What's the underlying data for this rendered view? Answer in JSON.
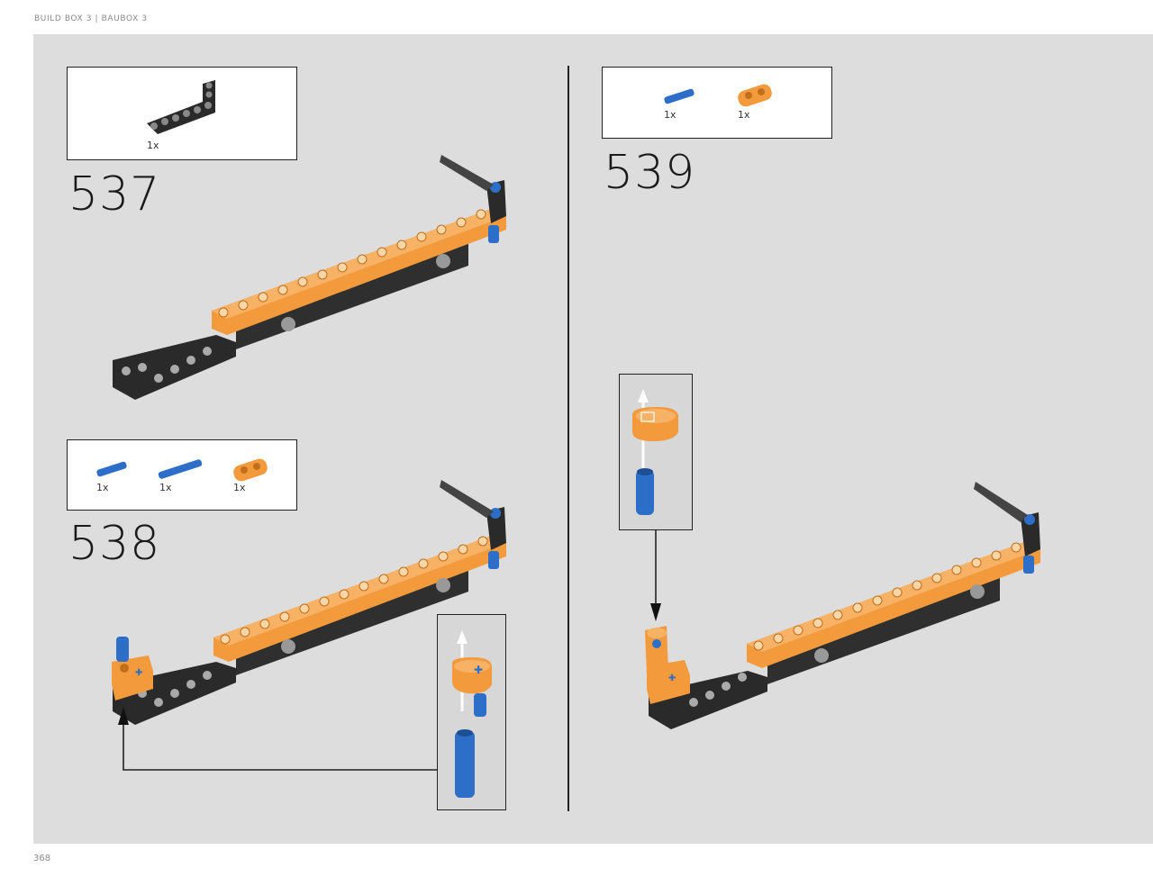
{
  "header": {
    "text": "BUILD BOX 3  |  BAUBOX 3"
  },
  "page_number": "368",
  "steps": [
    {
      "number": "537",
      "parts": [
        {
          "name": "black-l-beam",
          "qty": "1x"
        }
      ]
    },
    {
      "number": "538",
      "parts": [
        {
          "name": "blue-pin-short",
          "qty": "1x"
        },
        {
          "name": "blue-pin-long",
          "qty": "1x"
        },
        {
          "name": "orange-connector",
          "qty": "1x"
        }
      ]
    },
    {
      "number": "539",
      "parts": [
        {
          "name": "blue-pin-short",
          "qty": "1x"
        },
        {
          "name": "orange-connector",
          "qty": "1x"
        }
      ]
    }
  ],
  "colors": {
    "orange": "#f39a3c",
    "black": "#2a2a2a",
    "blue": "#2d6fc8",
    "gray_bg": "#dcdddc"
  }
}
